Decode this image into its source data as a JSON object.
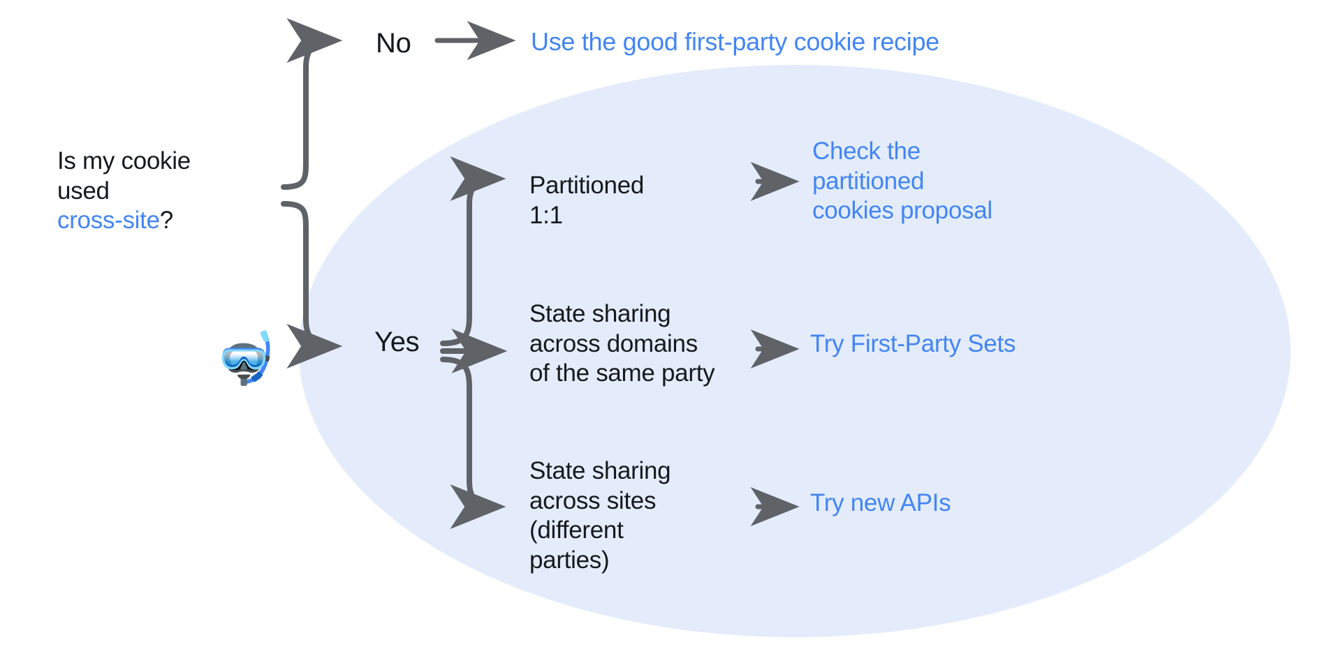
{
  "diagram": {
    "type": "decision-flowchart",
    "title_question": {
      "line1": "Is my cookie",
      "line2": "used",
      "highlight": "cross-site",
      "suffix": "?"
    },
    "emoji": {
      "name": "diving-mask-emoji",
      "glyph": "🤿"
    },
    "branches": {
      "no": {
        "label": "No",
        "outcome": "Use the good first-party cookie recipe"
      },
      "yes": {
        "label": "Yes",
        "options": [
          {
            "condition": "Partitioned\n1:1",
            "outcome": "Check the\npartitioned\ncookies proposal"
          },
          {
            "condition": "State sharing\nacross domains\nof the same party",
            "outcome": "Try First-Party Sets"
          },
          {
            "condition": "State sharing\nacross sites\n(different\nparties)",
            "outcome": "Try new APIs"
          }
        ]
      }
    },
    "colors": {
      "link": "#4285f4",
      "text": "#16191c",
      "arrow": "#5f6368",
      "ellipse_fill": "#e4ecfb",
      "background": "#ffffff"
    }
  }
}
